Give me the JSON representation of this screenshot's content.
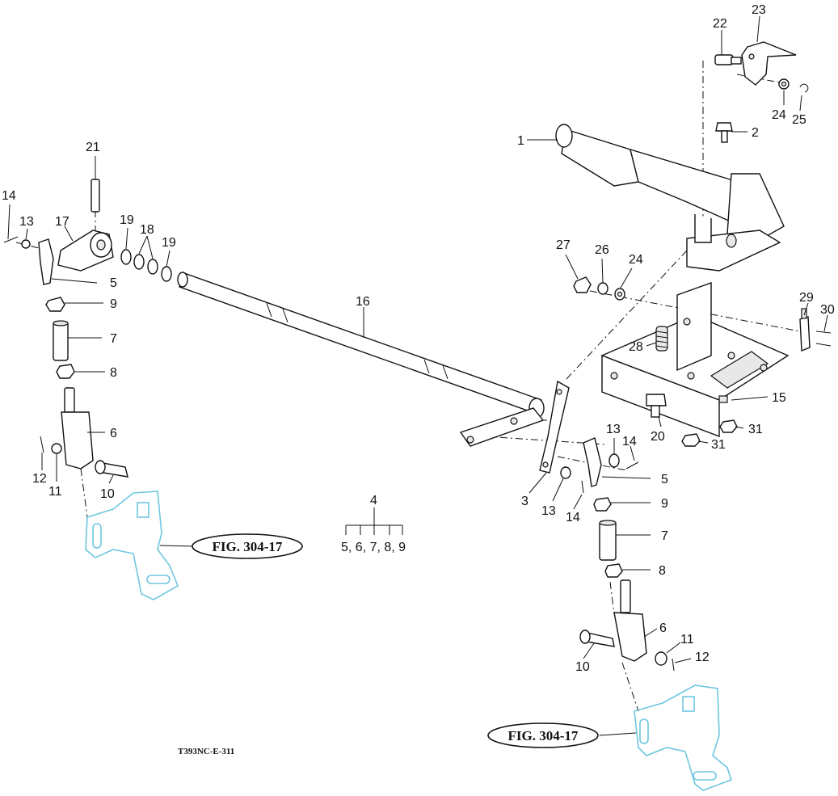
{
  "figure": {
    "code": "T393NC-E-311",
    "figref_left": "FIG. 304-17",
    "figref_right": "FIG. 304-17",
    "group": {
      "number": "4",
      "members": "5, 6, 7, 8, 9"
    }
  },
  "callouts": {
    "c1": "1",
    "c2": "2",
    "c3": "3",
    "c5a": "5",
    "c5b": "5",
    "c6a": "6",
    "c6b": "6",
    "c7a": "7",
    "c7b": "7",
    "c8a": "8",
    "c8b": "8",
    "c9a": "9",
    "c9b": "9",
    "c10a": "10",
    "c10b": "10",
    "c11a": "11",
    "c11b": "11",
    "c12a": "12",
    "c12b": "12",
    "c13a": "13",
    "c13b": "13",
    "c13c": "13",
    "c14a": "14",
    "c14b": "14",
    "c14c": "14",
    "c15": "15",
    "c16": "16",
    "c17": "17",
    "c18": "18",
    "c19a": "19",
    "c19b": "19",
    "c20": "20",
    "c21": "21",
    "c22": "22",
    "c23": "23",
    "c24a": "24",
    "c24b": "24",
    "c25": "25",
    "c26": "26",
    "c27": "27",
    "c28": "28",
    "c29": "29",
    "c30": "30",
    "c31a": "31",
    "c31b": "31"
  }
}
